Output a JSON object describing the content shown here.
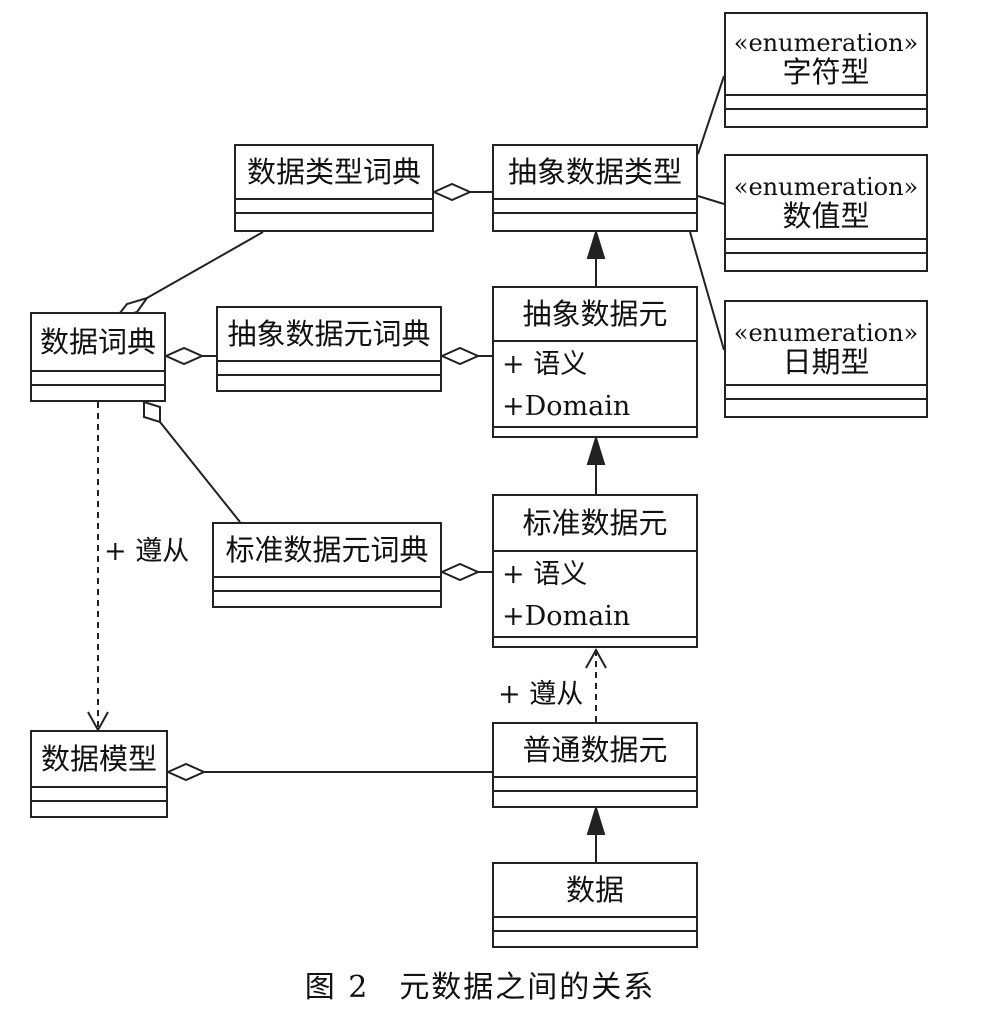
{
  "figure": {
    "caption_number": "图 2",
    "caption_text": "元数据之间的关系"
  },
  "classes": {
    "data_type_dict": {
      "name": "数据类型词典"
    },
    "abstract_data_type": {
      "name": "抽象数据类型"
    },
    "enum_char": {
      "stereotype": "«enumeration»",
      "name": "字符型"
    },
    "enum_numeric": {
      "stereotype": "«enumeration»",
      "name": "数值型"
    },
    "enum_date": {
      "stereotype": "«enumeration»",
      "name": "日期型"
    },
    "data_dict": {
      "name": "数据词典"
    },
    "abstract_element_dict": {
      "name": "抽象数据元词典"
    },
    "abstract_element": {
      "name": "抽象数据元",
      "attrs": [
        "+ 语义",
        "+Domain"
      ]
    },
    "standard_element_dict": {
      "name": "标准数据元词典"
    },
    "standard_element": {
      "name": "标准数据元",
      "attrs": [
        "+ 语义",
        "+Domain"
      ]
    },
    "data_model": {
      "name": "数据模型"
    },
    "common_element": {
      "name": "普通数据元"
    },
    "data": {
      "name": "数据"
    }
  },
  "relations": {
    "dependency_label_left": "+ 遵从",
    "dependency_label_right": "+ 遵从"
  }
}
